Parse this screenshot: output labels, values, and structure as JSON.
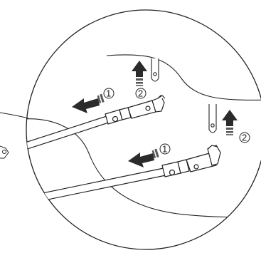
{
  "figure": {
    "colors": {
      "line": "#222222",
      "arrow_dark": "#2b2b2b",
      "arrow_mid": "#555555",
      "background": "#ffffff"
    },
    "steps": [
      {
        "id": 1,
        "label": "1",
        "icon": "double-arrow-left-icon"
      },
      {
        "id": 2,
        "label": "2",
        "icon": "double-arrow-up-icon"
      }
    ],
    "callouts": {
      "upper_left_arrow_label": "1",
      "upper_up_arrow_label": "2",
      "lower_left_arrow_label": "1",
      "lower_up_arrow_label": "2"
    }
  }
}
